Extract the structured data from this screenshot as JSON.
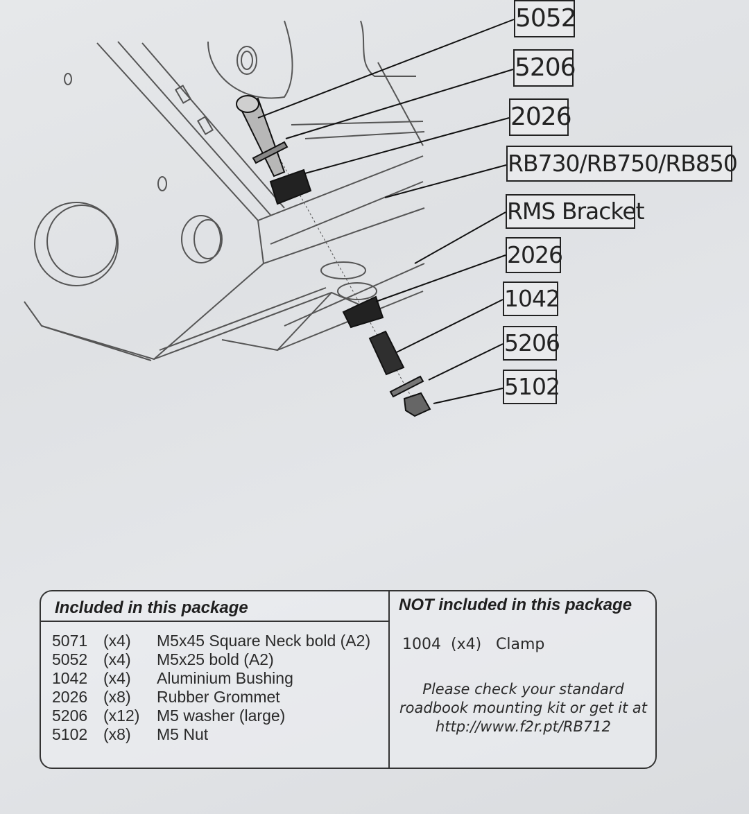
{
  "callouts": {
    "c1": "5052",
    "c2": "5206",
    "c3": "2026",
    "c4": "RB730/RB750/RB850",
    "c5": "RMS Bracket",
    "c6": "2026",
    "c7": "1042",
    "c8": "5206",
    "c9": "5102"
  },
  "table": {
    "included_header": "Included in this package",
    "not_included_header": "NOT included in this package",
    "included": [
      {
        "code": "5071",
        "qty": "(x4)",
        "desc": "M5x45 Square Neck bold (A2)"
      },
      {
        "code": "5052",
        "qty": "(x4)",
        "desc": "M5x25 bold (A2)"
      },
      {
        "code": "1042",
        "qty": "(x4)",
        "desc": "Aluminium Bushing"
      },
      {
        "code": "2026",
        "qty": "(x8)",
        "desc": "Rubber Grommet"
      },
      {
        "code": "5206",
        "qty": "(x12)",
        "desc": "M5 washer (large)"
      },
      {
        "code": "5102",
        "qty": "(x8)",
        "desc": "M5 Nut"
      }
    ],
    "not_included": {
      "code": "1004",
      "qty": "(x4)",
      "desc": "Clamp"
    },
    "note": {
      "line1": "Please check your standard",
      "line2": "roadbook mounting kit or get it at",
      "line3": "http://www.f2r.pt/RB712"
    }
  }
}
